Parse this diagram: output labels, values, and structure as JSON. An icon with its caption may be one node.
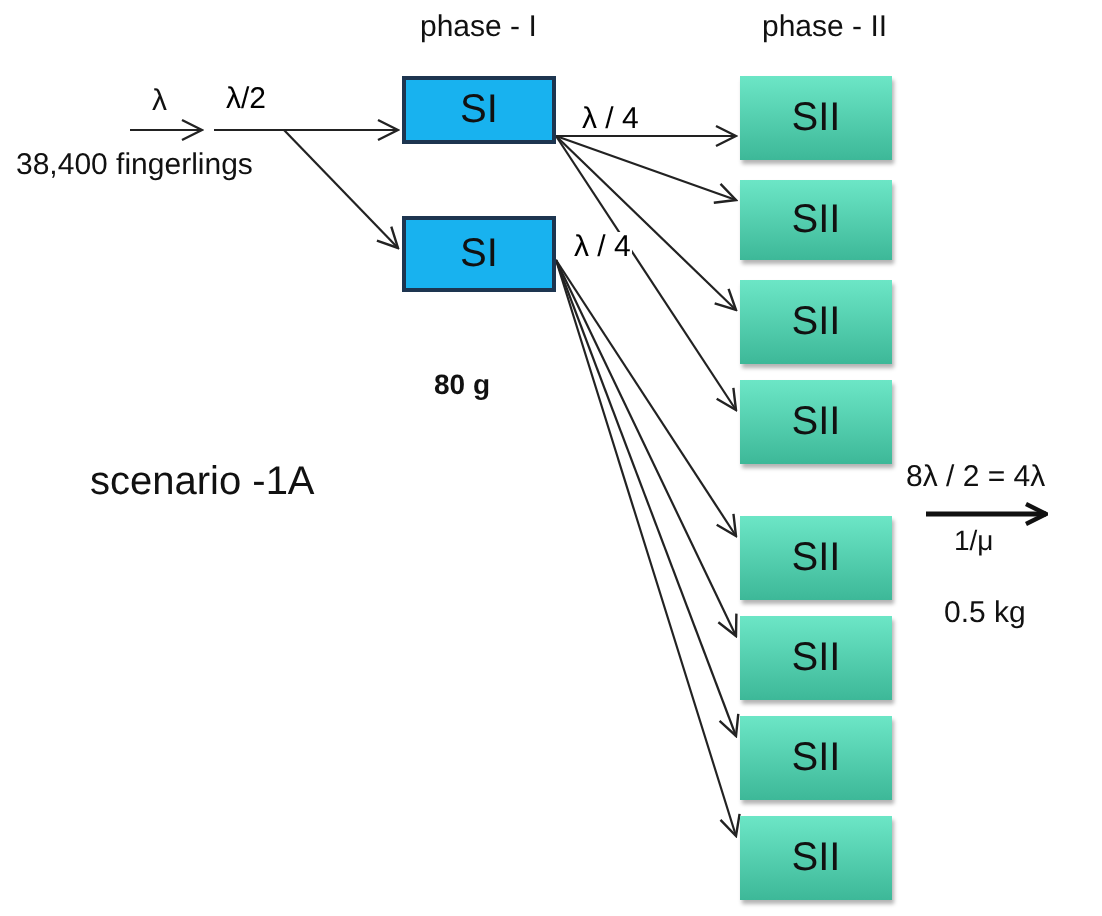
{
  "diagram": {
    "nodes": [
      {
        "text": [
          "SI"
        ]
      },
      {
        "text": [
          "SI"
        ]
      },
      {
        "text": [
          "SII"
        ]
      },
      {
        "text": [
          "SII"
        ]
      },
      {
        "text": [
          "SII"
        ]
      },
      {
        "text": [
          "SII"
        ]
      },
      {
        "text": [
          "SII"
        ]
      },
      {
        "text": [
          "SII"
        ]
      },
      {
        "text": [
          "SII"
        ]
      },
      {
        "text": [
          "SII"
        ]
      }
    ],
    "edges": [
      {
        "from": null,
        "to": 0,
        "arrow": "to",
        "label": "λ/2"
      },
      {
        "from": null,
        "to": 1,
        "arrow": "to"
      },
      {
        "from": 0,
        "to": 2,
        "arrow": "to",
        "label": "λ / 4"
      },
      {
        "from": 0,
        "to": 3,
        "arrow": "to"
      },
      {
        "from": 0,
        "to": 4,
        "arrow": "to"
      },
      {
        "from": 0,
        "to": 5,
        "arrow": "to"
      },
      {
        "from": 1,
        "to": 6,
        "arrow": "to",
        "label": "λ / 4"
      },
      {
        "from": 1,
        "to": 7,
        "arrow": "to"
      },
      {
        "from": 1,
        "to": 8,
        "arrow": "to"
      },
      {
        "from": 1,
        "to": 9,
        "arrow": "to"
      }
    ],
    "labels": [
      "phase - I",
      "phase - II",
      "λ",
      "38,400 fingerlings",
      "80 g",
      "scenario -1A",
      "8λ / 2 = 4λ",
      "1/μ",
      "0.5 kg"
    ]
  }
}
